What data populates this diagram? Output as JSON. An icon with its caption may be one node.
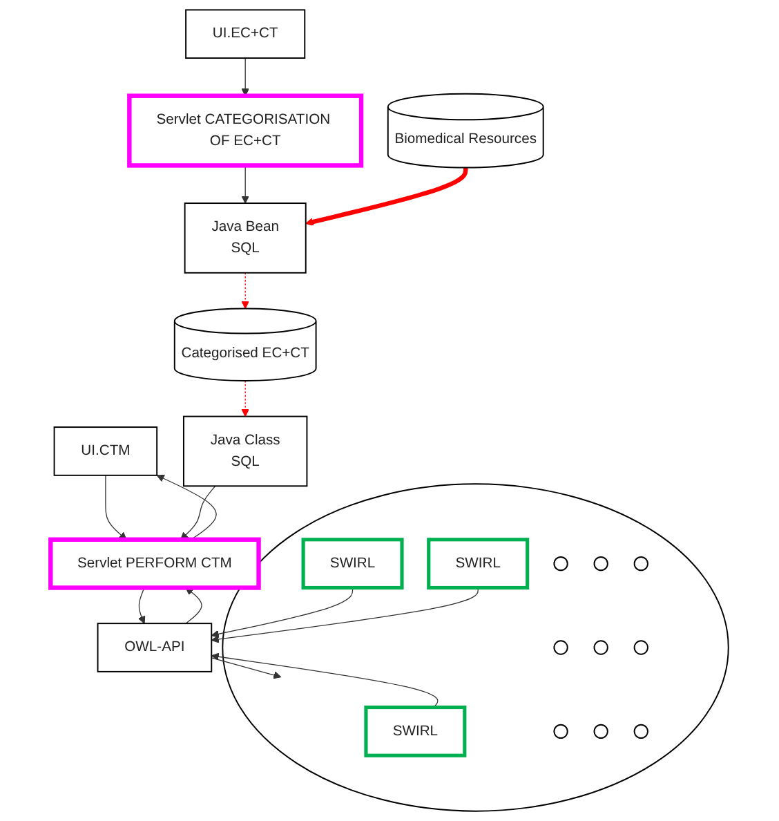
{
  "diagram": {
    "nodes": [
      {
        "text": [
          "UI.EC+CT"
        ]
      },
      {
        "text": [
          "UI.CTM"
        ]
      },
      {
        "text": [
          "Servlet CATEGORISATION OF EC+CT"
        ]
      },
      {
        "text": [
          "Servlet PERFORM CTM"
        ]
      },
      {
        "text": [
          "Java Bean",
          "SQL"
        ]
      },
      {
        "text": [
          "Java Class",
          "SQL"
        ]
      },
      {
        "text": [
          "OWL-API"
        ]
      },
      {
        "text": [
          "Categorised EC+CT"
        ]
      },
      {
        "text": [
          "Biomedical Resources"
        ]
      },
      {
        "text": [],
        "shape": "circle"
      },
      {
        "text": [
          "SWIRL"
        ],
        "in": 9
      },
      {
        "text": [
          "SWIRL"
        ],
        "in": 9
      },
      {
        "text": [
          "SWIRL"
        ],
        "in": 9
      },
      {
        "text": [],
        "shape": "circle",
        "in": 9
      },
      {
        "text": [],
        "shape": "circle",
        "in": 9
      },
      {
        "text": [],
        "shape": "circle",
        "in": 9
      },
      {
        "text": [],
        "shape": "circle",
        "in": 9
      },
      {
        "text": [],
        "shape": "circle",
        "in": 9
      },
      {
        "text": [],
        "shape": "circle",
        "in": 9
      },
      {
        "text": [],
        "shape": "circle",
        "in": 9
      },
      {
        "text": [],
        "shape": "circle",
        "in": 9
      },
      {
        "text": [],
        "shape": "circle",
        "in": 9
      }
    ],
    "edges": [
      {
        "from": 0,
        "to": 2,
        "arrow": "to"
      },
      {
        "from": 1,
        "to": 3,
        "arrow": "to"
      },
      {
        "from": 3,
        "to": 1,
        "arrow": "to"
      },
      {
        "from": 2,
        "to": 4,
        "arrow": "to"
      },
      {
        "from": 5,
        "to": 3,
        "arrow": "to"
      },
      {
        "from": 3,
        "to": 6,
        "arrow": "to"
      },
      {
        "from": 6,
        "to": 3,
        "arrow": "to"
      },
      {
        "from": 8,
        "to": 4,
        "arrow": "to",
        "style": "thick",
        "color": "#ff0000"
      },
      {
        "from": 4,
        "to": 7,
        "arrow": "to",
        "style": "dashed",
        "color": "#ff0000"
      },
      {
        "from": 7,
        "to": 5,
        "arrow": "to",
        "style": "dashed",
        "color": "#ff0000"
      },
      {
        "from": 11,
        "to": 6,
        "arrow": "to"
      },
      {
        "from": 6,
        "to": 9,
        "arrow": "to"
      },
      {
        "from": 10,
        "to": 6,
        "arrow": "to"
      },
      {
        "from": 12,
        "to": 6,
        "arrow": "to"
      }
    ]
  }
}
